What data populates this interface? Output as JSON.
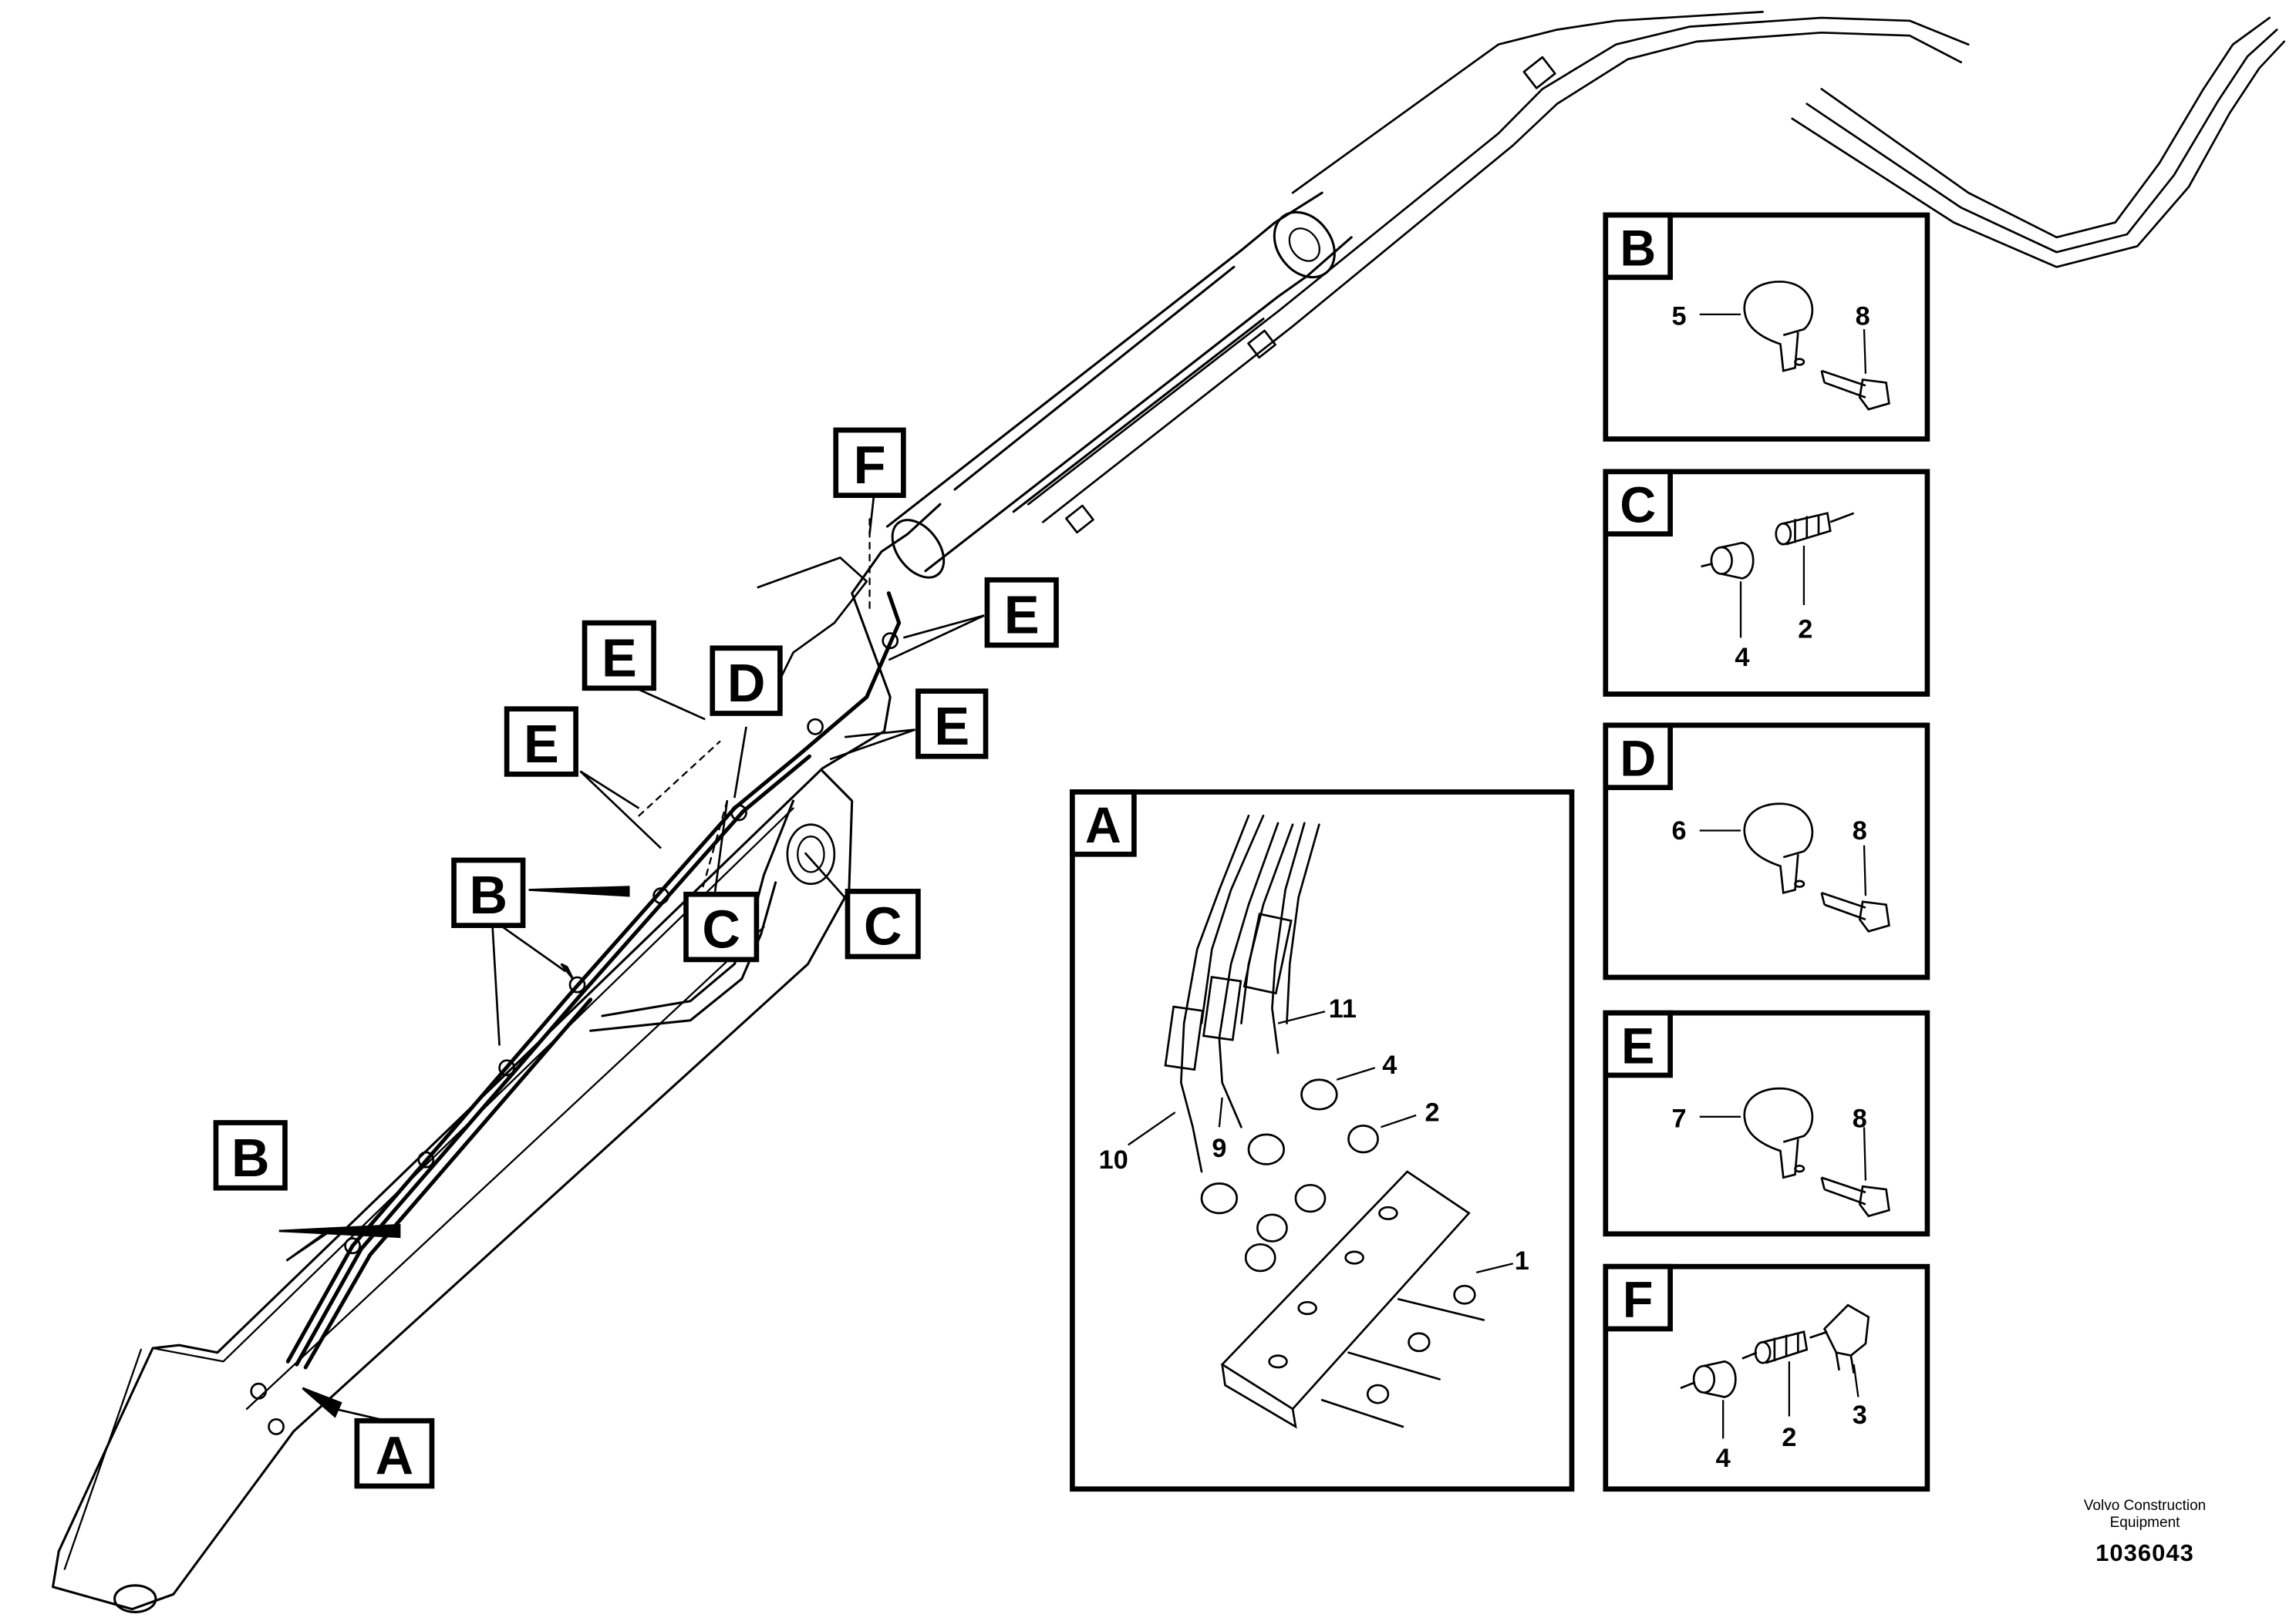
{
  "callouts": {
    "a": "A",
    "b": "B",
    "c": "C",
    "d": "D",
    "e": "E",
    "f": "F"
  },
  "detail_panels": [
    {
      "letter": "B",
      "labels": [
        "5",
        "8"
      ]
    },
    {
      "letter": "C",
      "labels": [
        "4",
        "2"
      ]
    },
    {
      "letter": "D",
      "labels": [
        "6",
        "8"
      ]
    },
    {
      "letter": "E",
      "labels": [
        "7",
        "8"
      ]
    },
    {
      "letter": "F",
      "labels": [
        "4",
        "2",
        "3"
      ]
    }
  ],
  "detail_a": {
    "letter": "A",
    "labels": [
      "11",
      "4",
      "2",
      "9",
      "10",
      "1"
    ]
  },
  "credit": {
    "maker": "Volvo Construction Equipment",
    "ref": "1036043"
  }
}
